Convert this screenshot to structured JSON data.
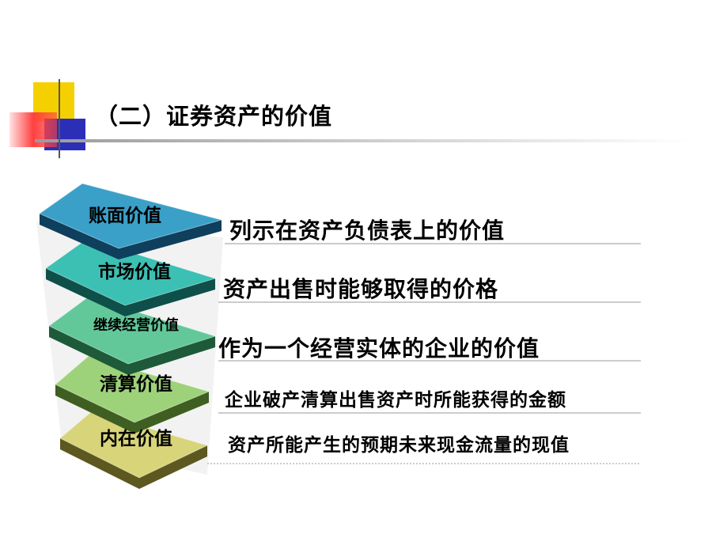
{
  "slide": {
    "title": "（二）证券资产的价值",
    "colors": {
      "title_bar": "#b8b8b8",
      "square_yellow": "#f5d000",
      "square_blue": "#2b2fb8",
      "square_red": "#ff4040"
    }
  },
  "layers": [
    {
      "label": "账面价值",
      "description": "列示在资产负债表上的价值",
      "color_top": "#3aa0c8",
      "color_side": "#0e3f5c"
    },
    {
      "label": "市场价值",
      "description": "资产出售时能够取得的价格",
      "color_top": "#3cc0b4",
      "color_side": "#0f4f4a"
    },
    {
      "label": "继续经营价值",
      "description": "作为一个经营实体的企业的价值",
      "color_top": "#62c89a",
      "color_side": "#1e5a3a"
    },
    {
      "label": "清算价值",
      "description": "企业破产清算出售资产时所能获得的金额",
      "color_top": "#9ed27a",
      "color_side": "#3f5e22"
    },
    {
      "label": "内在价值",
      "description": "资产所能产生的预期未来现金流量的现值",
      "color_top": "#d8d47a",
      "color_side": "#5c5820"
    }
  ]
}
